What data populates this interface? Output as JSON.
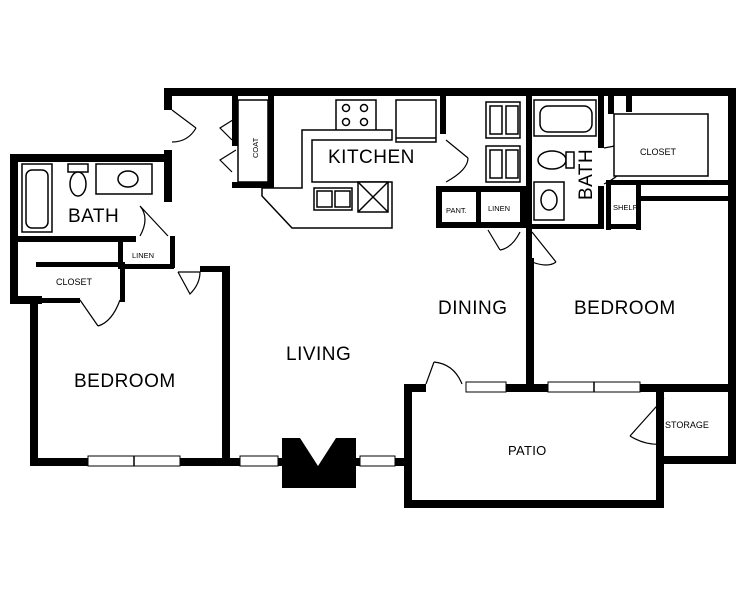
{
  "rooms": {
    "kitchen": "KITCHEN",
    "coat": "COAT",
    "bath_left": "BATH",
    "linen_left": "LINEN",
    "closet_left": "CLOSET",
    "bedroom_left": "BEDROOM",
    "living": "LIVING",
    "dining": "DINING",
    "pantry": "PANT.",
    "linen_mid": "LINEN",
    "bath_right": "BATH",
    "closet_right": "CLOSET",
    "shelf": "SHELF",
    "bedroom_right": "BEDROOM",
    "patio": "PATIO",
    "storage": "STORAGE"
  }
}
